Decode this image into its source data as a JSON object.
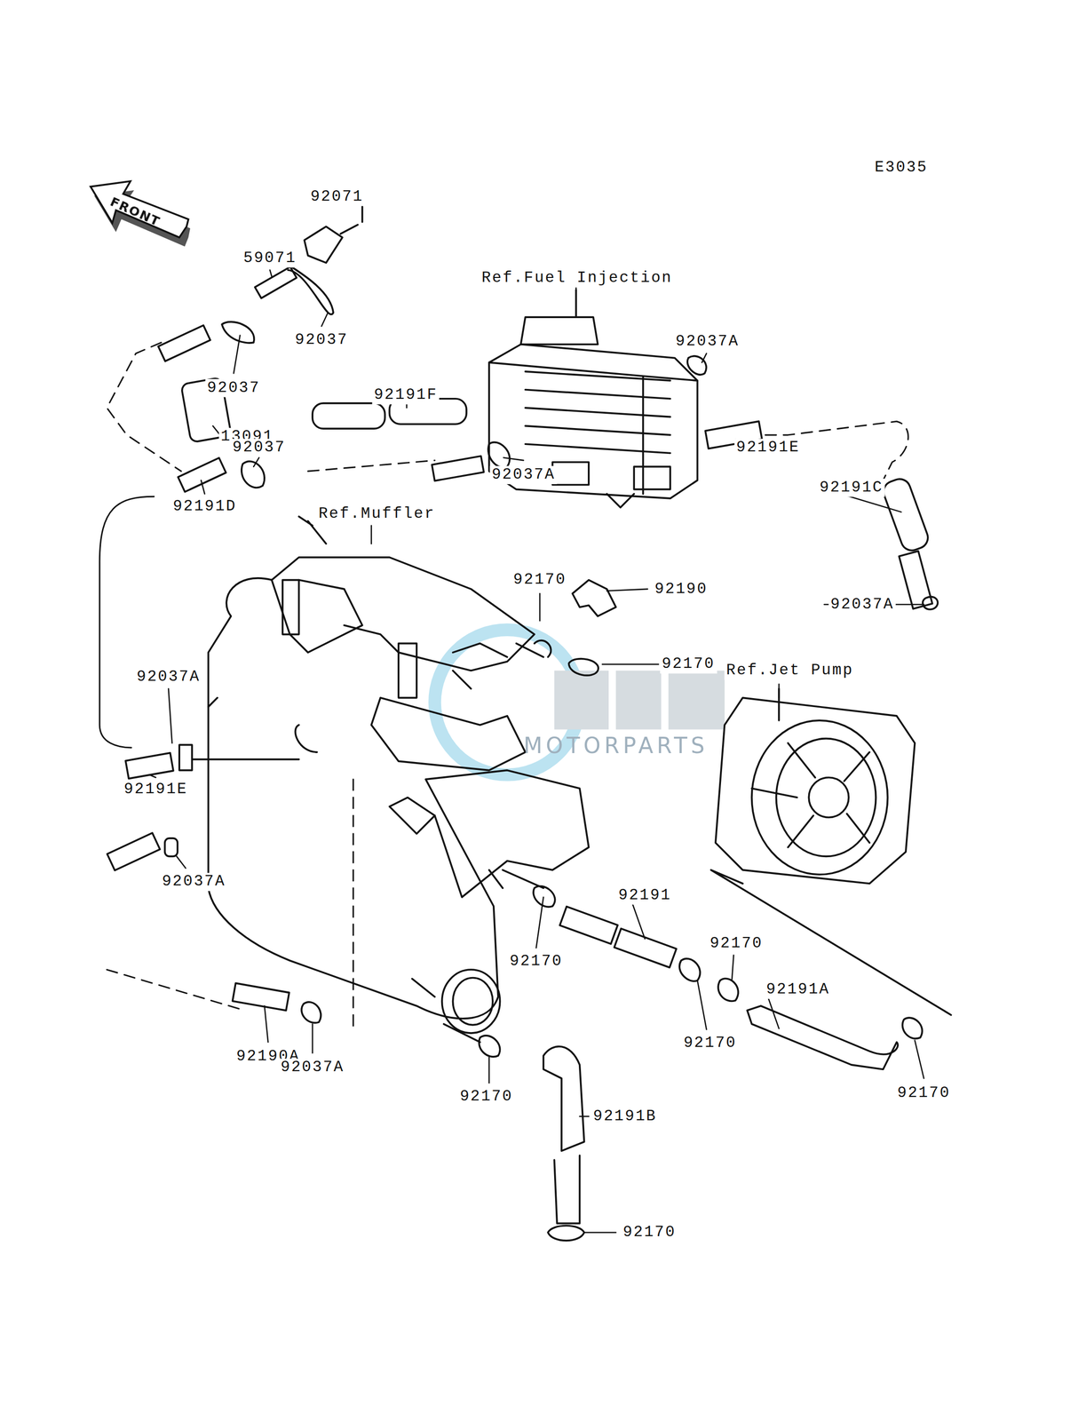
{
  "diagram": {
    "nodes": [
      {
        "text": [
          "FRONT"
        ]
      }
    ],
    "labels": [
      "E3035",
      "92071",
      "59071",
      "92037",
      "Ref.Fuel Injection",
      "92037A",
      "92037",
      "92191F",
      "13091",
      "92037",
      "92191E",
      "92037A",
      "92191D",
      "Ref.Muffler",
      "92191C",
      "92170",
      "92190",
      "92037A",
      "92170",
      "Ref.Jet Pump",
      "92037A",
      "92191E",
      "92037A",
      "92191",
      "92170",
      "92170",
      "92191A",
      "92190A",
      "92170",
      "92037A",
      "92170",
      "92170",
      "92191B",
      "92170",
      "MOTORPARTS"
    ]
  }
}
